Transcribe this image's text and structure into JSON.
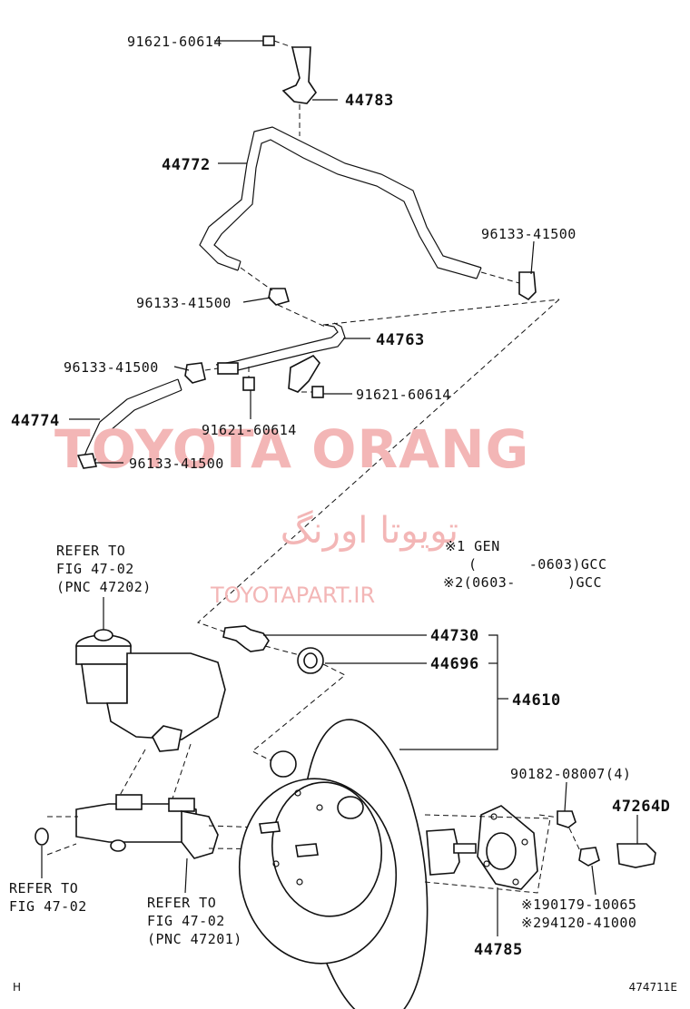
{
  "watermark": {
    "brand": "TOYOTA ORANG",
    "arabic": "تویوتا اورنگ",
    "url": "TOYOTAPART.IR"
  },
  "callouts": {
    "bolt_top": "91621-60614",
    "clamp_top": "44783",
    "hose_upper": "44772",
    "clip_right": "96133-41500",
    "clip_mid": "96133-41500",
    "tube": "44763",
    "clip_left": "96133-41500",
    "bolt_tube_right": "91621-60614",
    "hose_lower": "44774",
    "bolt_tube_lower": "91621-60614",
    "clip_bottom": "96133-41500",
    "check_valve": "44730",
    "grommet": "44696",
    "booster_assy": "44610",
    "nut": "90182-08007(4)",
    "bracket": "47264D",
    "gasket": "44785"
  },
  "notes": {
    "gen1": "※1 GEN",
    "gen1_range": "(      -0603)GCC",
    "gen2": "※2(0603-      )GCC",
    "pin1": "※190179-10065",
    "pin2": "※294120-41000"
  },
  "refs": {
    "reservoir_l1": "REFER TO",
    "reservoir_l2": "FIG 47-02",
    "reservoir_l3": "(PNC 47202)",
    "left_l1": "REFER TO",
    "left_l2": "FIG 47-02",
    "master_l1": "REFER TO",
    "master_l2": "FIG 47-02",
    "master_l3": "(PNC 47201)"
  },
  "footer": {
    "left": "H",
    "right": "474711E"
  }
}
